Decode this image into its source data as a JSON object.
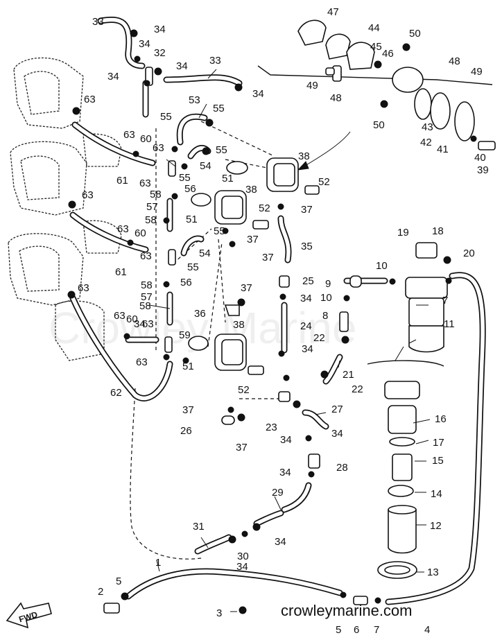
{
  "watermark": "Crowley Marine",
  "credit": "crowleymarine.com",
  "direction_label": "FWD",
  "callouts": [
    "33",
    "34",
    "34",
    "32",
    "34",
    "34",
    "33",
    "34",
    "47",
    "44",
    "50",
    "45",
    "46",
    "48",
    "49",
    "49",
    "48",
    "50",
    "43",
    "42",
    "41",
    "40",
    "39",
    "63",
    "55",
    "53",
    "55",
    "63",
    "60",
    "63",
    "55",
    "54",
    "55",
    "61",
    "63",
    "38",
    "51",
    "56",
    "58",
    "57",
    "38",
    "52",
    "37",
    "63",
    "58",
    "51",
    "52",
    "63",
    "60",
    "55",
    "37",
    "35",
    "61",
    "54",
    "63",
    "55",
    "58",
    "56",
    "37",
    "19",
    "18",
    "20",
    "63",
    "57",
    "58",
    "37",
    "25",
    "10",
    "9",
    "34",
    "10",
    "7",
    "36",
    "8",
    "34",
    "24",
    "11",
    "63",
    "60",
    "63",
    "22",
    "34",
    "59",
    "38",
    "63",
    "51",
    "21",
    "52",
    "22",
    "37",
    "27",
    "26",
    "37",
    "23",
    "34",
    "34",
    "16",
    "28",
    "17",
    "15",
    "34",
    "29",
    "14",
    "31",
    "12",
    "34",
    "30",
    "34",
    "13",
    "1",
    "2",
    "5",
    "3",
    "5",
    "6",
    "7",
    "4",
    "62"
  ],
  "icons": [
    "fuel-line-hose",
    "fuel-pump",
    "fuel-filter",
    "joint-fitting",
    "hose-clip",
    "carburetor"
  ]
}
